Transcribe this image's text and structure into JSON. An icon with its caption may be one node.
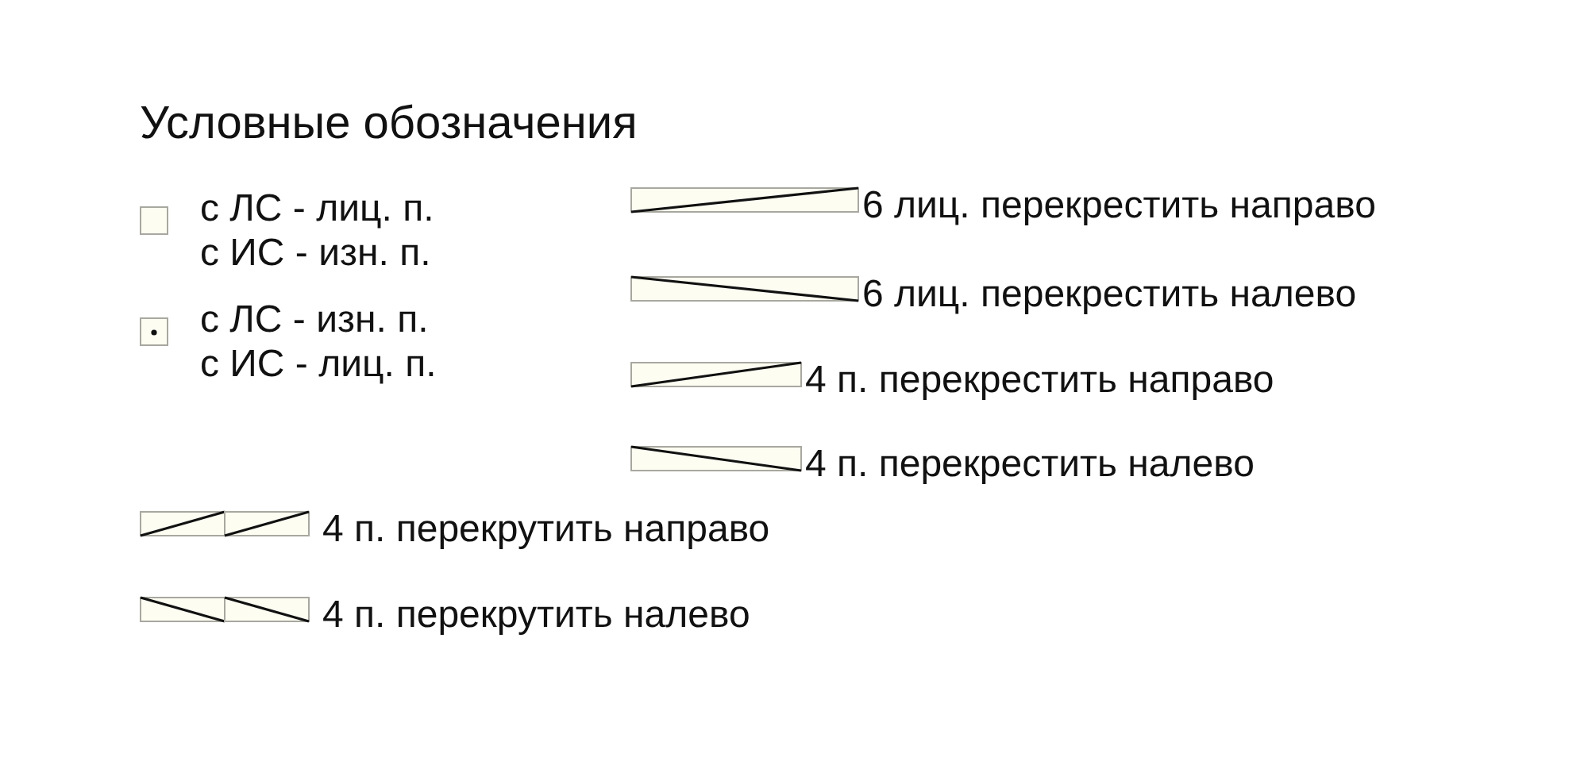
{
  "diagram": {
    "title": "Условные обозначения",
    "legend": [
      {
        "text": "с ЛС - лиц. п. с ИС - изн. п."
      },
      {
        "text": "с ЛС - изн. п. с ИС - лиц. п."
      },
      {
        "text": "6 лиц. перекрестить направо"
      },
      {
        "text": "6 лиц. перекрестить налево"
      },
      {
        "text": "4 п. перекрестить направо"
      },
      {
        "text": "4 п. перекрестить налево"
      },
      {
        "text": "4 п. перекрутить направо"
      },
      {
        "text": "4 п. перекрутить налево"
      }
    ]
  }
}
